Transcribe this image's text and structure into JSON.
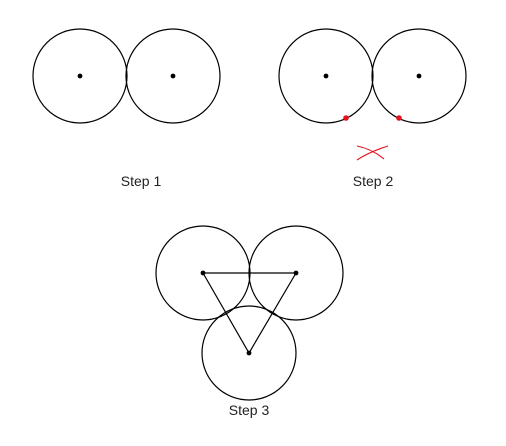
{
  "steps": [
    {
      "label": "Step 1"
    },
    {
      "label": "Step 2"
    },
    {
      "label": "Step 3"
    }
  ],
  "colors": {
    "stroke": "#000000",
    "highlight": "#e8101e",
    "text": "#222222"
  }
}
